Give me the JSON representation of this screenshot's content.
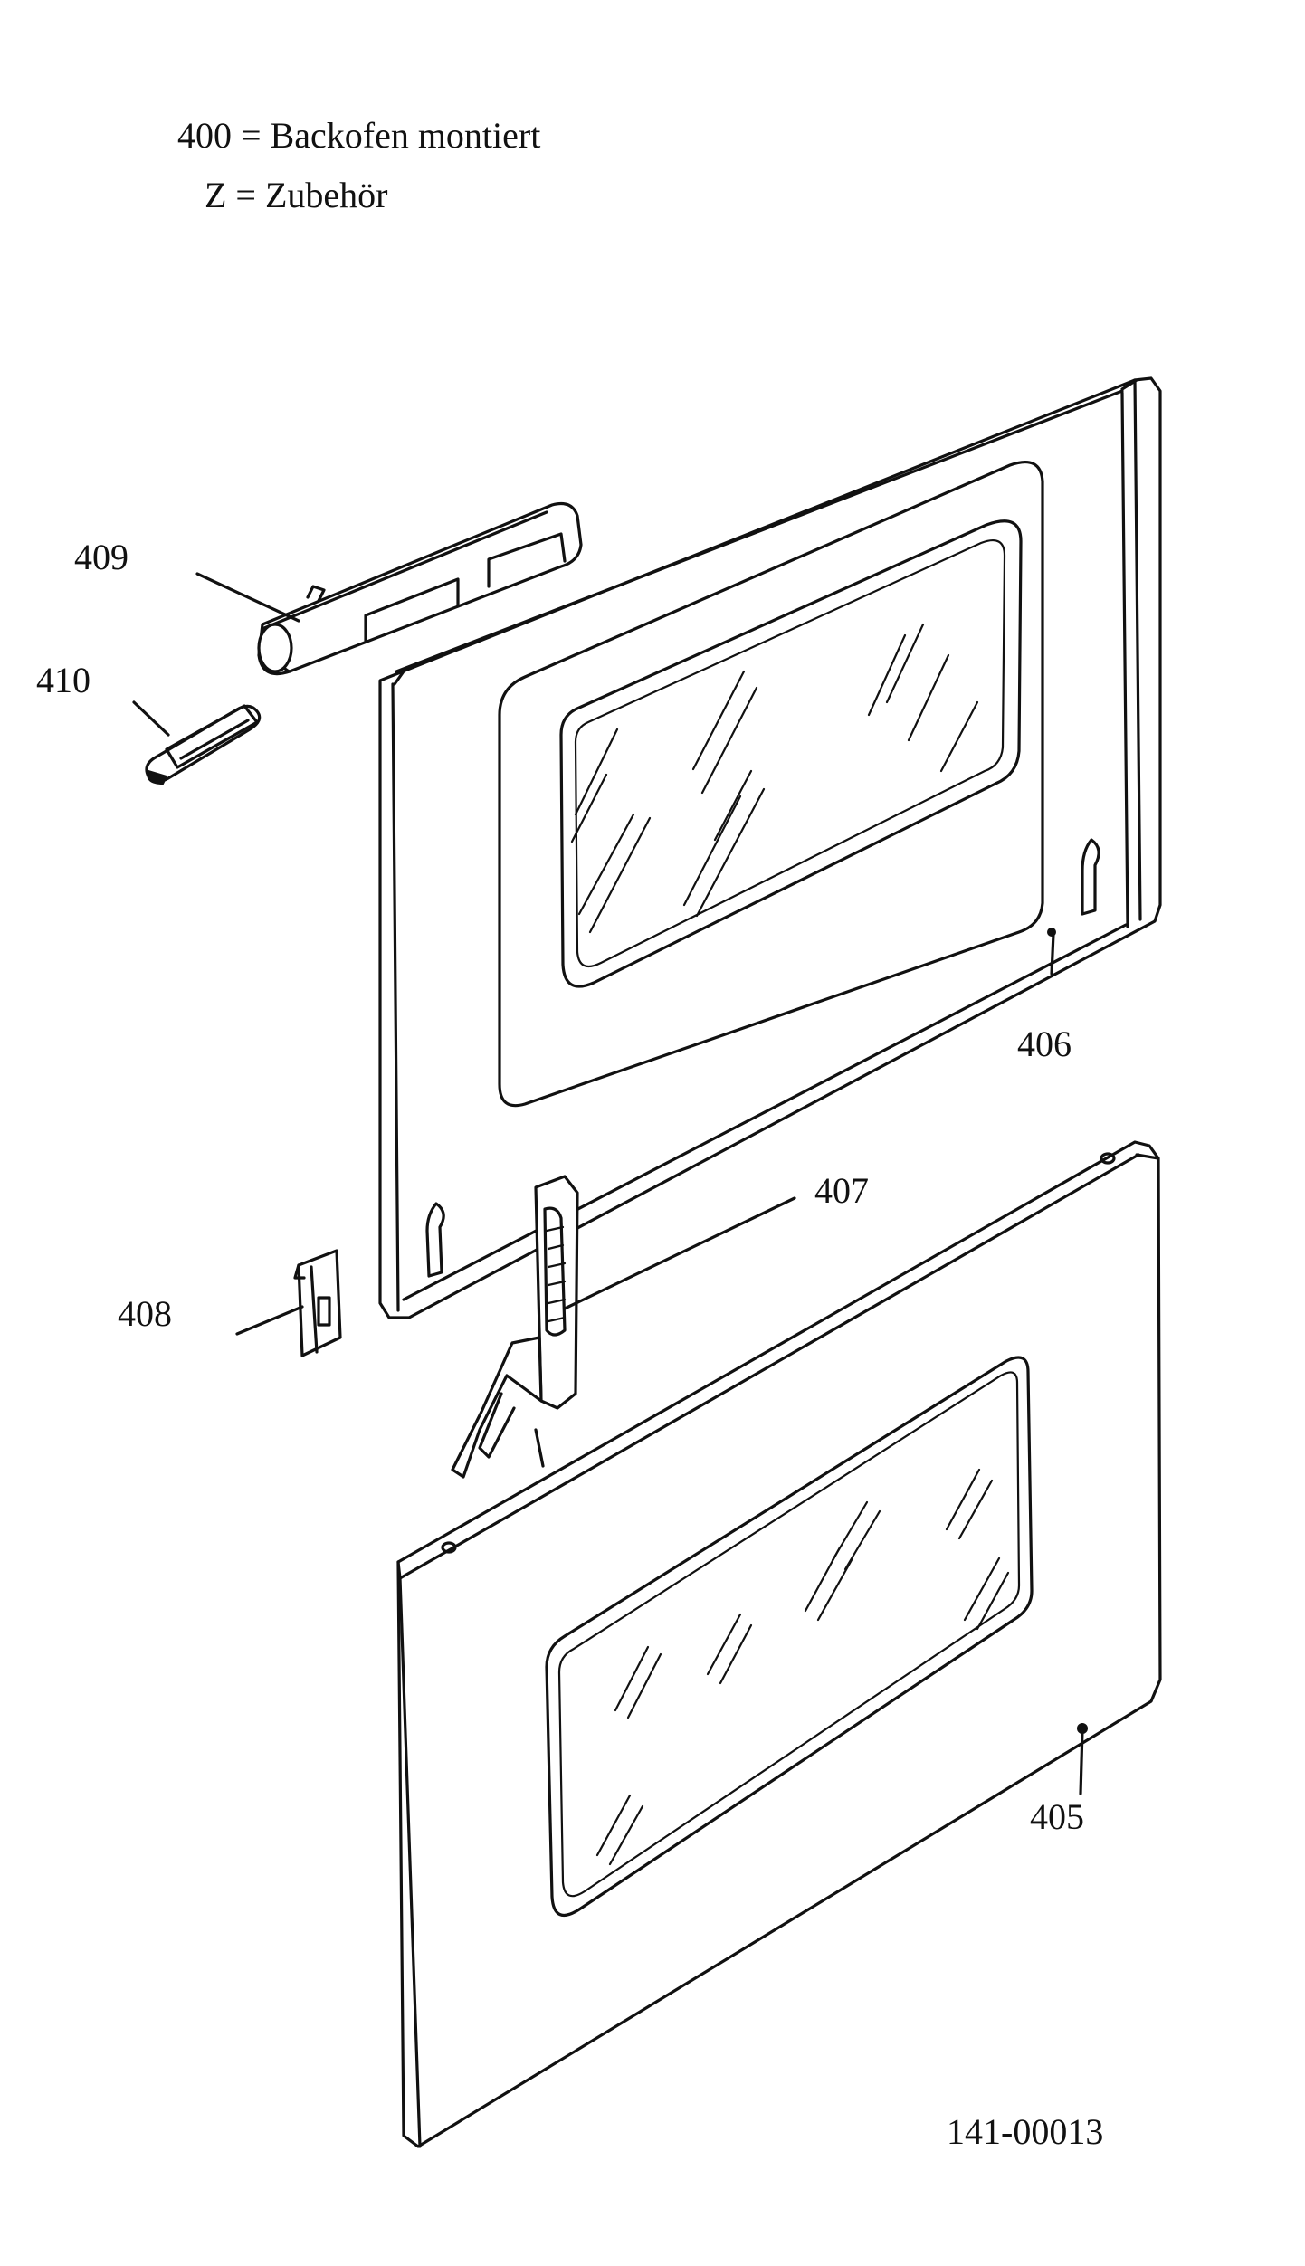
{
  "legend": {
    "line1": "400 = Backofen montiert",
    "line2": "Z = Zubehör"
  },
  "callouts": {
    "p405": "405",
    "p406": "406",
    "p407": "407",
    "p408": "408",
    "p409": "409",
    "p410": "410"
  },
  "drawing_number": "141-00013"
}
